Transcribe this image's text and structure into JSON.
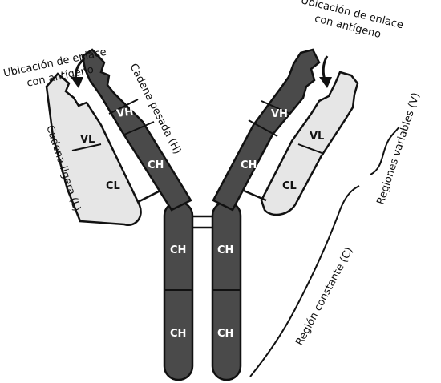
{
  "colors": {
    "heavy_chain": "#4a4a4a",
    "light_chain": "#e6e6e6",
    "outline": "#111111",
    "text": "#111111"
  },
  "labels": {
    "binding_site_left": [
      "Ubicación de enlace",
      "con antígeno"
    ],
    "binding_site_right": [
      "Ubicación de enlace",
      "con antígeno"
    ],
    "heavy_chain": "Cadena pesada (H)",
    "light_chain": "Cadena ligera (L)",
    "variable_regions": "Regiones variables (V)",
    "constant_region": "Región constante (C)"
  },
  "segments": {
    "vh": "VH",
    "vl": "VL",
    "ch": "CH",
    "cl": "CL"
  }
}
